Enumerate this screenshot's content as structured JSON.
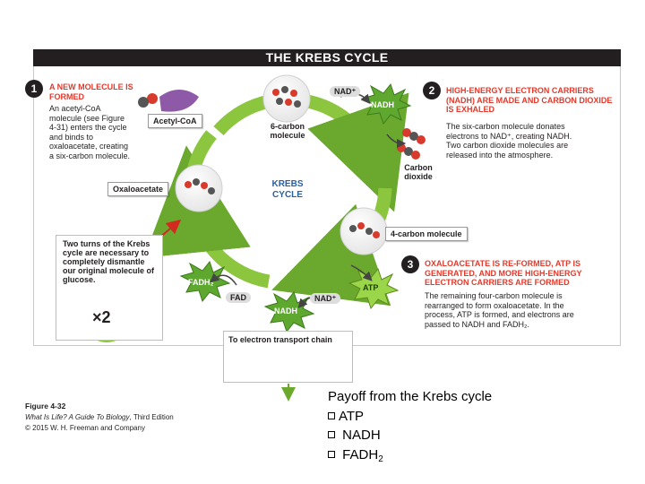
{
  "figure": {
    "title": "THE KREBS CYCLE",
    "steps": [
      {
        "number": "1",
        "heading": "A NEW MOLECULE IS FORMED",
        "body_lines": [
          "An acetyl-CoA",
          "molecule (see Figure",
          "4-31) enters the cycle",
          "and binds to",
          "oxaloacetate, creating",
          "a six-carbon molecule."
        ]
      },
      {
        "number": "2",
        "heading": "HIGH-ENERGY ELECTRON CARRIERS (NADH) ARE MADE AND CARBON DIOXIDE IS EXHALED",
        "body_lines": [
          "The six-carbon molecule donates",
          "electrons to NAD⁺, creating NADH.",
          "Two carbon dioxide molecules are",
          "released into the atmosphere."
        ]
      },
      {
        "number": "3",
        "heading": "OXALOACETATE IS RE-FORMED, ATP IS GENERATED, AND MORE HIGH-ENERGY ELECTRON CARRIERS ARE FORMED",
        "body_lines": [
          "The remaining four-carbon molecule is",
          "rearranged to form oxaloacetate. In the",
          "process, ATP is formed, and electrons are",
          "passed to NADH and FADH₂."
        ]
      }
    ],
    "labels": {
      "acetyl_coa": "Acetyl-CoA",
      "oxaloacetate": "Oxaloacetate",
      "six_carbon": "6-carbon molecule",
      "four_carbon": "4-carbon molecule",
      "carbon_dioxide": "Carbon dioxide",
      "cycle_center": "KREBS CYCLE",
      "nad_plus": "NAD⁺",
      "nadh": "NADH",
      "fadh2": "FADH₂",
      "fad": "FAD",
      "atp": "ATP",
      "transport_chain": "To electron transport chain",
      "times_two": "×2"
    },
    "side_note": "Two turns of the Krebs cycle are necessary to completely dismantle our original molecule of glucose.",
    "caption": {
      "number": "Figure 4-32",
      "book": "What Is Life? A Guide To Biology",
      "edition": ", Third Edition",
      "copyright": "© 2015 W. H. Freeman and Company"
    }
  },
  "payoff": {
    "title": "Payoff from the Krebs cycle",
    "items": [
      "ATP",
      "NADH",
      "FADH"
    ],
    "fadh_subscript": "2"
  },
  "colors": {
    "title_bar": "#231f20",
    "heading_red": "#e03a2c",
    "cycle_green": "#8cc63f",
    "cycle_center_blue": "#2a5fa0",
    "carrier_green": "#4d9a2a",
    "acetyl_purple": "#8e5aa8"
  }
}
